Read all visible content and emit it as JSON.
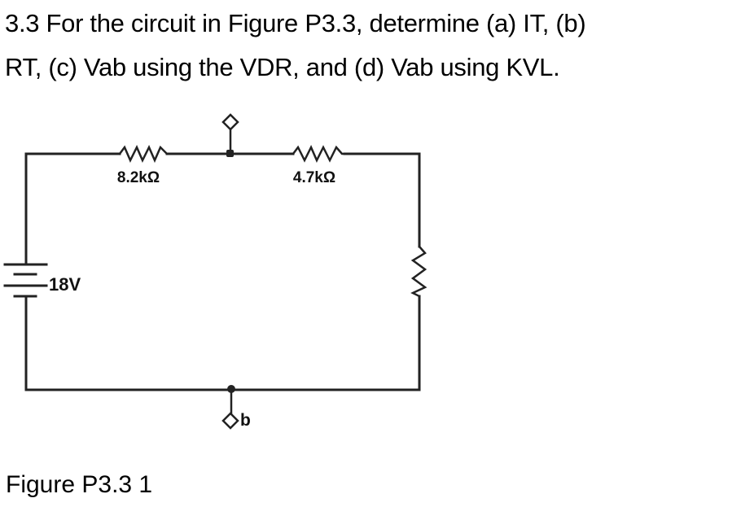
{
  "problem": {
    "number": "3.3",
    "lines": [
      "3.3 For the circuit in Figure P3.3, determine (a) IT, (b)",
      "RT, (c) Vab using the VDR, and (d) Vab using KVL."
    ]
  },
  "circuit": {
    "source": {
      "type": "dc-battery",
      "label": "18V"
    },
    "resistors": [
      {
        "id": "R1",
        "position": "top-left",
        "label": "8.2kΩ"
      },
      {
        "id": "R2",
        "position": "top-right",
        "label": "4.7kΩ"
      },
      {
        "id": "R3",
        "position": "right-vertical",
        "label": ""
      }
    ],
    "terminals": [
      {
        "id": "a",
        "position": "top-node",
        "label": ""
      },
      {
        "id": "b",
        "position": "bottom-node",
        "label": "b"
      }
    ],
    "wire_color": "#222222"
  },
  "figure": {
    "caption": "Figure P3.3 1"
  }
}
